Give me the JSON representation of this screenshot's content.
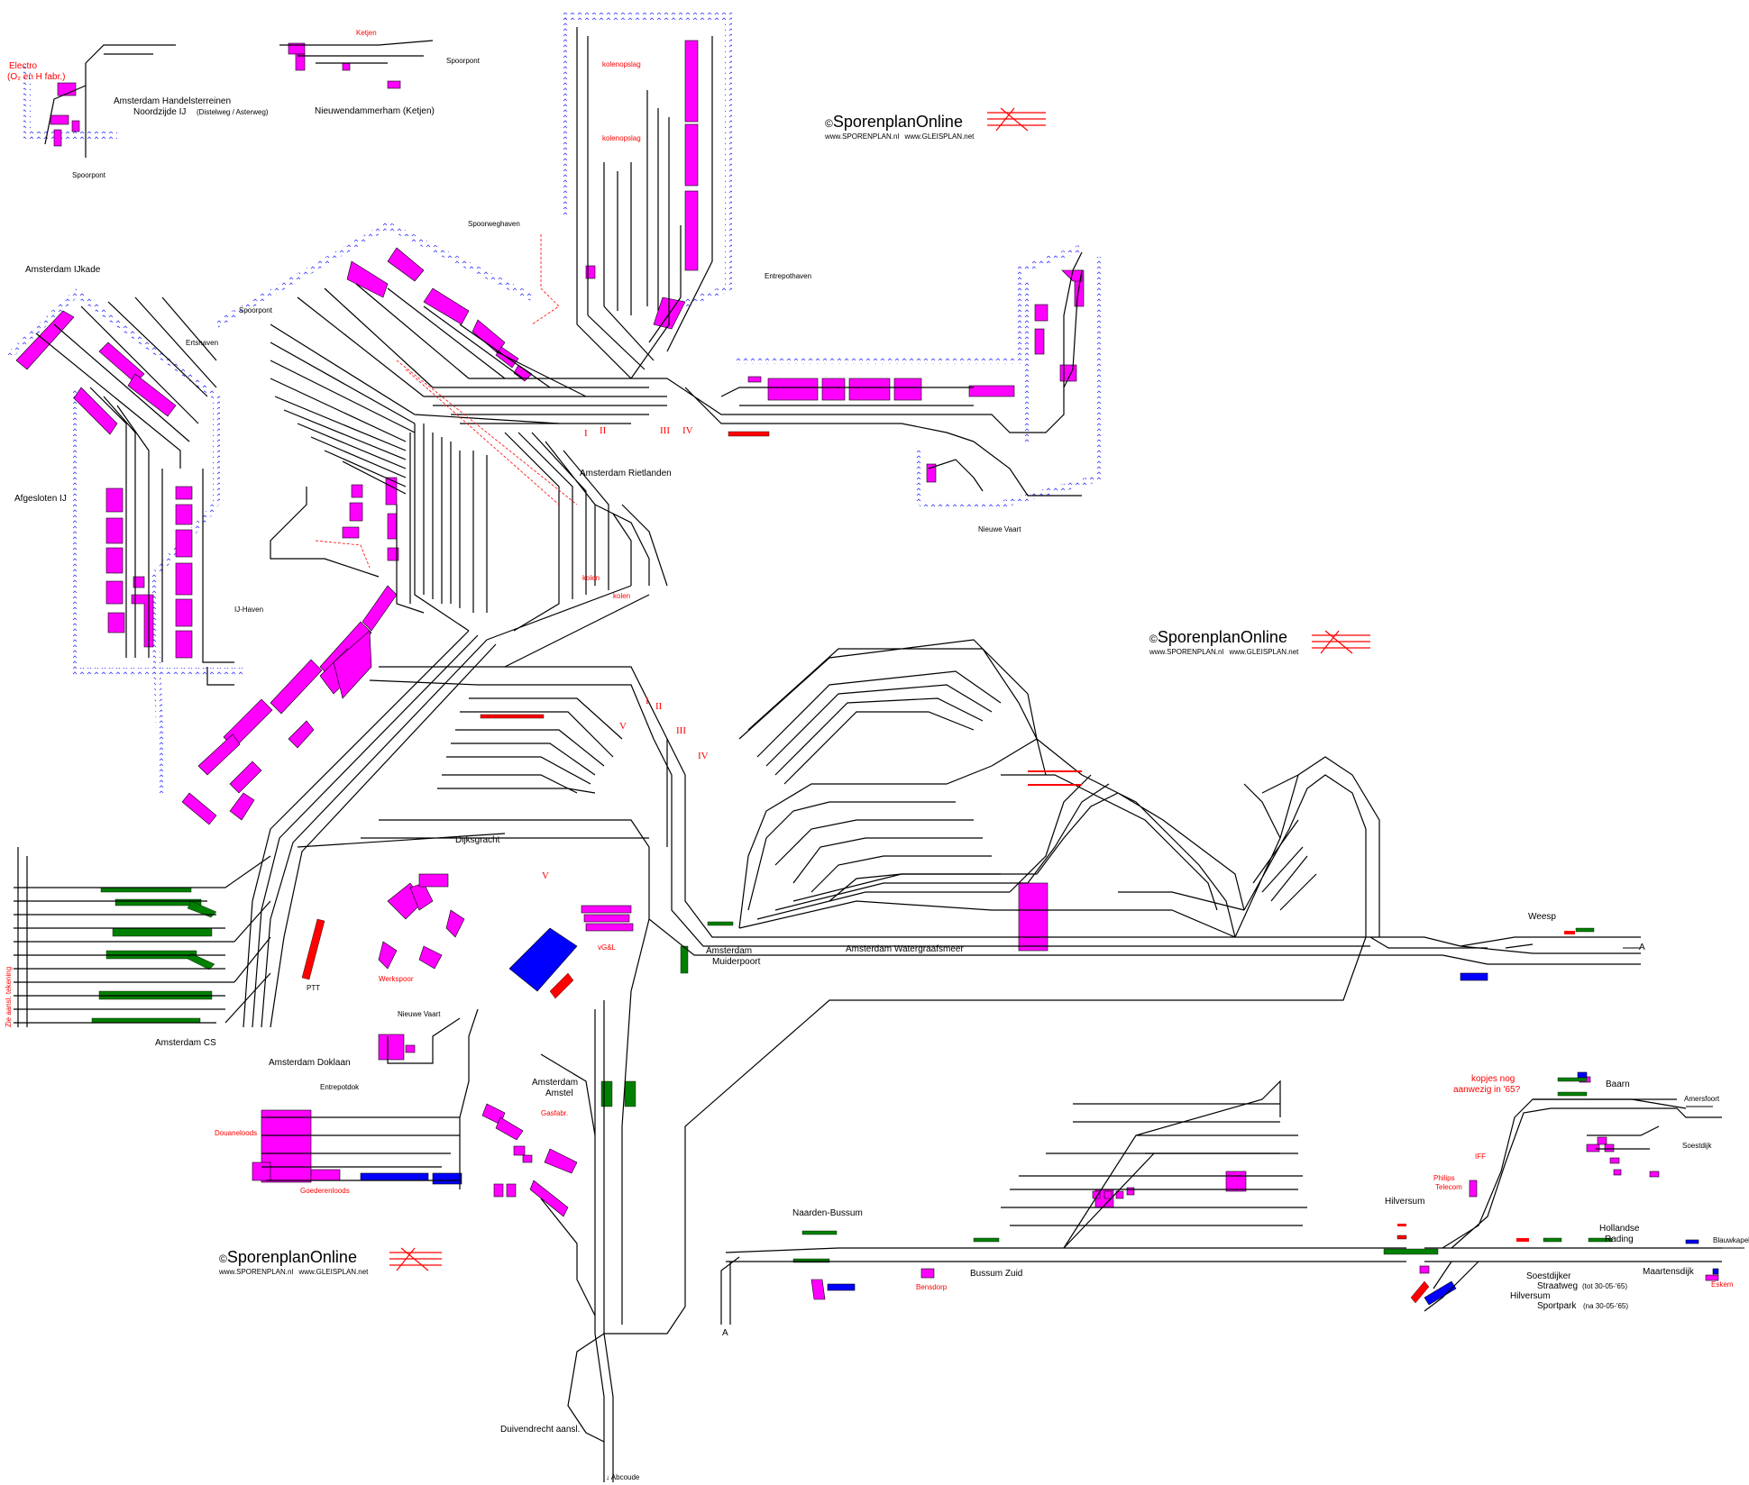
{
  "brand": {
    "name": "SporenplanOnline",
    "copyright": "©",
    "url1": "www.SPORENPLAN.nl",
    "url2": "www.GLEISPLAN.net"
  },
  "colors": {
    "track": "#000000",
    "water": "#3333ff",
    "building": "#ff00ff",
    "platform": "#008000",
    "red": "#ff0000",
    "blue": "#0000ff"
  },
  "labels": {
    "electro": "Electro",
    "electro_sub": "(O₂ en H fabr.)",
    "handelsterreinen": "Amsterdam Handelsterreinen",
    "noordzijde": "Noordzijde IJ",
    "noordzijde_sub": "(Distelweg / Asterweg)",
    "spoorpont_1": "Spoorpont",
    "ketjen": "Ketjen",
    "spoorpont_2": "Spoorpont",
    "nieuwendammerham": "Nieuwendammerham (Ketjen)",
    "kolenopslag_1": "kolenopslag",
    "kolenopslag_2": "kolenopslag",
    "spoorweghaven": "Spoorweghaven",
    "ijkade": "Amsterdam IJkade",
    "spoorpont_3": "Spoorpont",
    "ertshaven": "Ertshaven",
    "entrepothaven": "Entrepothaven",
    "rietlanden": "Amsterdam Rietlanden",
    "afgesloten_ij": "Afgesloten IJ",
    "ij_haven": "IJ-Haven",
    "kolen_1": "kolen",
    "kolen_2": "kolen",
    "nieuwe_vaart_1": "Nieuwe Vaart",
    "dijksgracht": "Dijksgracht",
    "watergraafsmeer": "Amsterdam Watergraafsmeer",
    "muiderpoort_1": "Amsterdam",
    "muiderpoort_2": "Muiderpoort",
    "weesp": "Weesp",
    "a_1": "A",
    "werkspoor": "Werkspoor",
    "vgsl": "vG&L",
    "ptt": "PTT",
    "zie_aansl": "Zie aansl. tekening",
    "amsterdam_cs": "Amsterdam CS",
    "nieuwe_vaart_2": "Nieuwe Vaart",
    "doklaan": "Amsterdam Doklaan",
    "entrepotdok": "Entrepotdok",
    "douaneloods": "Douaneloods",
    "goederenloods": "Goederenloods",
    "amstel_1": "Amsterdam",
    "amstel_2": "Amstel",
    "gasfabr": "Gasfabr.",
    "naarden_bussum": "Naarden-Bussum",
    "bussum_zuid": "Bussum Zuid",
    "bensdorp": "Bensdorp",
    "a_2": "A",
    "duivendrecht": "Duivendrecht aansl.",
    "abcoude": "↓ Abcoude",
    "kopjes_1": "kopjes nog",
    "kopjes_2": "aanwezig in '65?",
    "baarn": "Baarn",
    "amersfoort": "Amersfoort",
    "soestdijk": "Soestdijk",
    "iff": "IFF",
    "philips_1": "Philips",
    "philips_2": "Telecom",
    "hilversum": "Hilversum",
    "hollandse_1": "Hollandse",
    "hollandse_2": "Rading",
    "blauwkapel": "Blauwkapel",
    "soestdijker_1": "Soestdijker",
    "soestdijker_2": "Straatweg",
    "soestdijker_2b": "(tot 30-05-'65)",
    "soestdijker_3": "Hilversum",
    "soestdijker_4": "Sportpark",
    "soestdijker_4b": "(na 30-05-'65)",
    "maartensdijk": "Maartensdijk",
    "eskem": "Eskem",
    "roman": [
      "I",
      "II",
      "III",
      "IV",
      "I",
      "II",
      "III",
      "IV",
      "V",
      "V"
    ]
  }
}
